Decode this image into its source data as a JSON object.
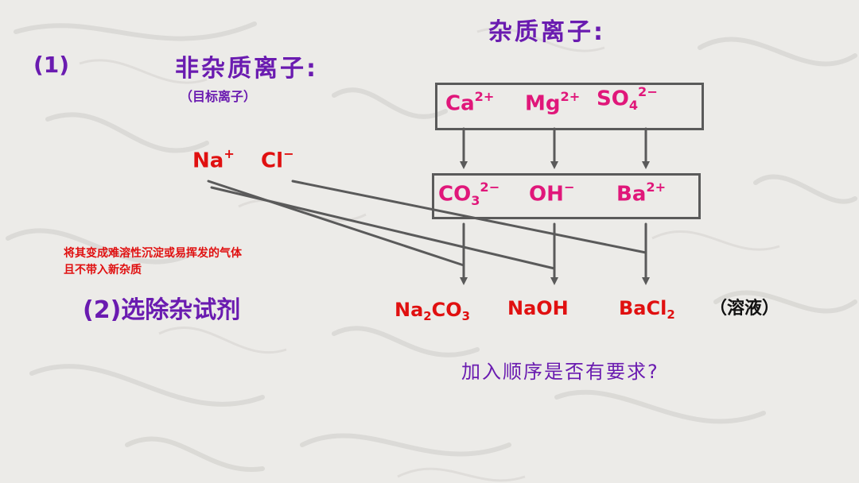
{
  "header": {
    "step1_label": "(1)",
    "impurity_title": "杂质离子:",
    "nonimpurity_title": "非杂质离子:",
    "target_note": "（目标离子）"
  },
  "target_ions": {
    "na": "Na",
    "na_charge": "+",
    "cl": "Cl",
    "cl_charge": "−"
  },
  "impurity_ions": {
    "ca": "Ca",
    "ca_charge": "2+",
    "mg": "Mg",
    "mg_charge": "2+",
    "so4": "SO",
    "so4_sub": "4",
    "so4_charge": "2−"
  },
  "precipitating_ions": {
    "co3": "CO",
    "co3_sub": "3",
    "co3_charge": "2−",
    "oh": "OH",
    "oh_charge": "−",
    "ba": "Ba",
    "ba_charge": "2+"
  },
  "reagents": {
    "na2co3_a": "Na",
    "na2co3_sub1": "2",
    "na2co3_b": "CO",
    "na2co3_sub2": "3",
    "naoh": "NaOH",
    "bacl2_a": "BaCl",
    "bacl2_sub": "2",
    "solution_note": "（溶液）"
  },
  "note": {
    "line1": "将其变成难溶性沉淀或易挥发的气体",
    "line2": "且不带入新杂质"
  },
  "step2_label": "(2)选除杂试剂",
  "question": "加入顺序是否有要求?",
  "colors": {
    "purple": "#6a1bb0",
    "magenta": "#e0177a",
    "red": "#e01010",
    "line": "#5a5a5a"
  }
}
